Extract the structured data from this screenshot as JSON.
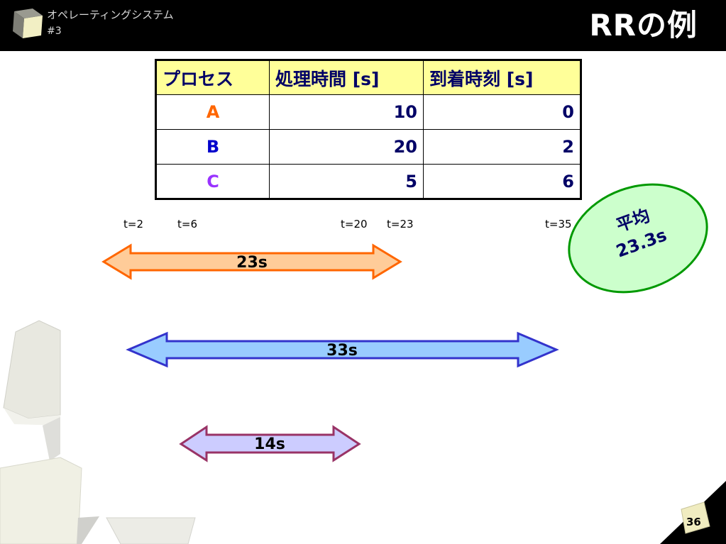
{
  "header": {
    "course": "オペレーティングシステム",
    "lecture": "#3",
    "title": "RRの例"
  },
  "table": {
    "headers": [
      "プロセス",
      "処理時間 [s]",
      "到着時刻 [s]"
    ],
    "rows": [
      {
        "name": "A",
        "processing": "10",
        "arrival": "0",
        "color": "#ff6600"
      },
      {
        "name": "B",
        "processing": "20",
        "arrival": "2",
        "color": "#0000cc"
      },
      {
        "name": "C",
        "processing": "5",
        "arrival": "6",
        "color": "#9933ff"
      }
    ]
  },
  "timeline": {
    "labels": [
      "t=2",
      "t=6",
      "t=20",
      "t=23",
      "t=35"
    ]
  },
  "bars": [
    {
      "process": "A",
      "label": "23s",
      "fill": "#ffcc99",
      "stroke": "#ff6600"
    },
    {
      "process": "B",
      "label": "33s",
      "fill": "#99ccff",
      "stroke": "#3333cc"
    },
    {
      "process": "C",
      "label": "14s",
      "fill": "#ccccff",
      "stroke": "#993366"
    }
  ],
  "average": {
    "title": "平均",
    "value": "23.3s",
    "fill": "#ccffcc",
    "stroke": "#009900"
  },
  "footer": {
    "page_number": "36"
  },
  "colors": {
    "header_bg": "#000000",
    "table_header_bg": "#ffff99",
    "text_navy": "#000066"
  }
}
